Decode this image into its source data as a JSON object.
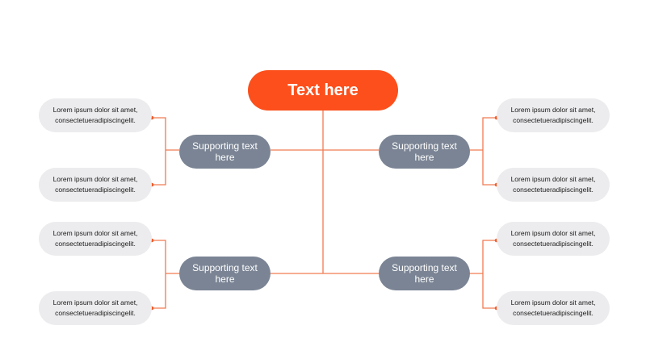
{
  "diagram": {
    "main": {
      "label": "Text here"
    },
    "branches": [
      {
        "id": "top-left",
        "label": "Supporting text\nhere",
        "leaves": [
          "Lorem ipsum  dolor sit amet,\nconsectetueradipiscingelit.",
          "Lorem ipsum  dolor sit amet,\nconsectetueradipiscingelit."
        ]
      },
      {
        "id": "top-right",
        "label": "Supporting text\nhere",
        "leaves": [
          "Lorem ipsum  dolor sit amet,\nconsectetueradipiscingelit.",
          "Lorem ipsum  dolor sit amet,\nconsectetueradipiscingelit."
        ]
      },
      {
        "id": "bottom-left",
        "label": "Supporting text\nhere",
        "leaves": [
          "Lorem ipsum  dolor sit amet,\nconsectetueradipiscingelit.",
          "Lorem ipsum  dolor sit amet,\nconsectetueradipiscingelit."
        ]
      },
      {
        "id": "bottom-right",
        "label": "Supporting text\nhere",
        "leaves": [
          "Lorem ipsum  dolor sit amet,\nconsectetueradipiscingelit.",
          "Lorem ipsum  dolor sit amet,\nconsectetueradipiscingelit."
        ]
      }
    ]
  },
  "colors": {
    "accent": "#fc4f1b",
    "support": "#7a8494",
    "leaf": "#ececee",
    "connector": "#f07a52"
  }
}
